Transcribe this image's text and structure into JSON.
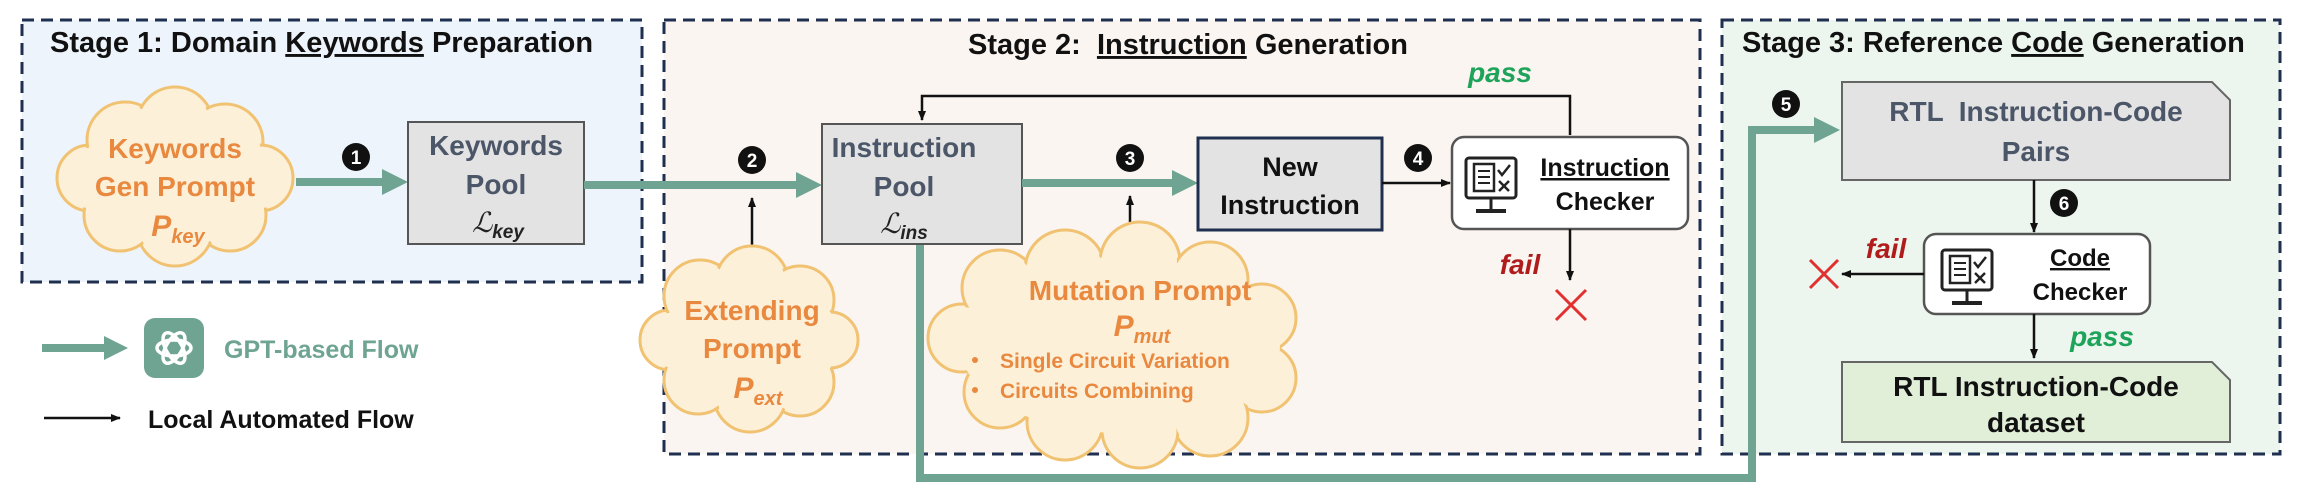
{
  "stages": {
    "s1": {
      "title_pre": "Stage 1: Domain ",
      "title_key": "Keywords",
      "title_post": " Preparation",
      "bg": "#eef4fb",
      "border": "#1f2f4f"
    },
    "s2": {
      "title_pre": "Stage 2:  ",
      "title_key": "Instruction",
      "title_post": " Generation",
      "bg": "#fbf5f1",
      "border": "#1f2f4f"
    },
    "s3": {
      "title_pre": "Stage 3: Reference ",
      "title_key": "Code",
      "title_post": " Generation",
      "bg": "#edf6ee",
      "border": "#1f2f4f"
    }
  },
  "clouds": {
    "keywords_gen": {
      "line1": "Keywords",
      "line2": "Gen Prompt",
      "sym": "P",
      "sub": "key"
    },
    "extending": {
      "line1": "Extending",
      "line2": "Prompt",
      "sym": "P",
      "sub": "ext"
    },
    "mutation": {
      "title": "Mutation Prompt",
      "sym": "P",
      "sub": "mut",
      "bullets": [
        "Single Circuit Variation",
        "Circuits Combining"
      ]
    }
  },
  "boxes": {
    "keywords_pool": {
      "line1": "Keywords",
      "line2": "Pool",
      "sym": "ℒ",
      "sub": "key"
    },
    "instruction_pool": {
      "line1": "Instruction",
      "line2": "Pool",
      "sym": "ℒ",
      "sub": "ins"
    },
    "new_instruction": {
      "line1": "New",
      "line2": "Instruction"
    },
    "instruction_checker": {
      "line1": "Instruction",
      "line2": "Checker"
    },
    "rtl_pairs": {
      "line1": "RTL  Instruction-Code",
      "line2": "Pairs"
    },
    "code_checker": {
      "line1": "Code",
      "line2": "Checker"
    },
    "dataset": {
      "line1": "RTL Instruction-Code",
      "line2": "dataset"
    }
  },
  "steps": [
    "1",
    "2",
    "3",
    "4",
    "5",
    "6"
  ],
  "labels": {
    "pass": "pass",
    "fail": "fail"
  },
  "legend": {
    "gpt": "GPT-based Flow",
    "local": "Local Automated Flow"
  },
  "colors": {
    "gpt_flow": "#6fa493",
    "cloud_fill": "#fdf0d8",
    "cloud_text": "#e9883f",
    "box_fill": "#e3e3e3",
    "box_text": "#4b5668",
    "pass": "#1ea35a",
    "fail": "#b01c1c",
    "cross": "#e03030",
    "dataset_fill": "#e1efd9"
  },
  "icons": [
    "computer-check-icon",
    "chatgpt-logo-icon",
    "cross-icon"
  ]
}
